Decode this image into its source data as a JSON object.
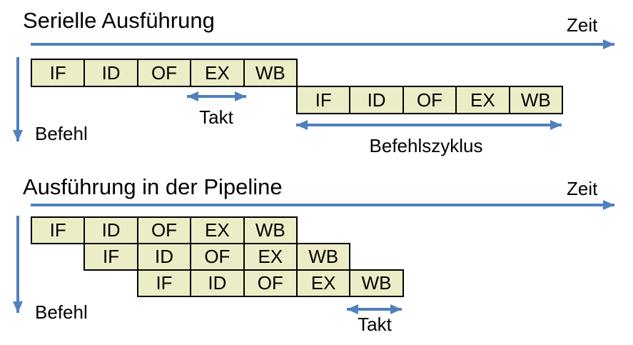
{
  "colors": {
    "arrow_blue": "#4F81BD",
    "box_fill": "#ECEDC6",
    "box_border": "#000000",
    "text": "#000000",
    "background": "#FFFFFF"
  },
  "sections": [
    {
      "title": "Serielle Ausführung",
      "time_axis_label": "Zeit",
      "instruction_axis_label": "Befehl",
      "stages": [
        "IF",
        "ID",
        "OF",
        "EX",
        "WB"
      ],
      "rows": [
        {
          "offset": 0
        },
        {
          "offset": 5
        }
      ],
      "annotations": {
        "takt": "Takt",
        "befehlszyklus": "Befehlszyklus"
      }
    },
    {
      "title": "Ausführung in der Pipeline",
      "time_axis_label": "Zeit",
      "instruction_axis_label": "Befehl",
      "stages": [
        "IF",
        "ID",
        "OF",
        "EX",
        "WB"
      ],
      "rows": [
        {
          "offset": 0
        },
        {
          "offset": 1
        },
        {
          "offset": 2
        }
      ],
      "annotations": {
        "takt": "Takt"
      }
    }
  ]
}
